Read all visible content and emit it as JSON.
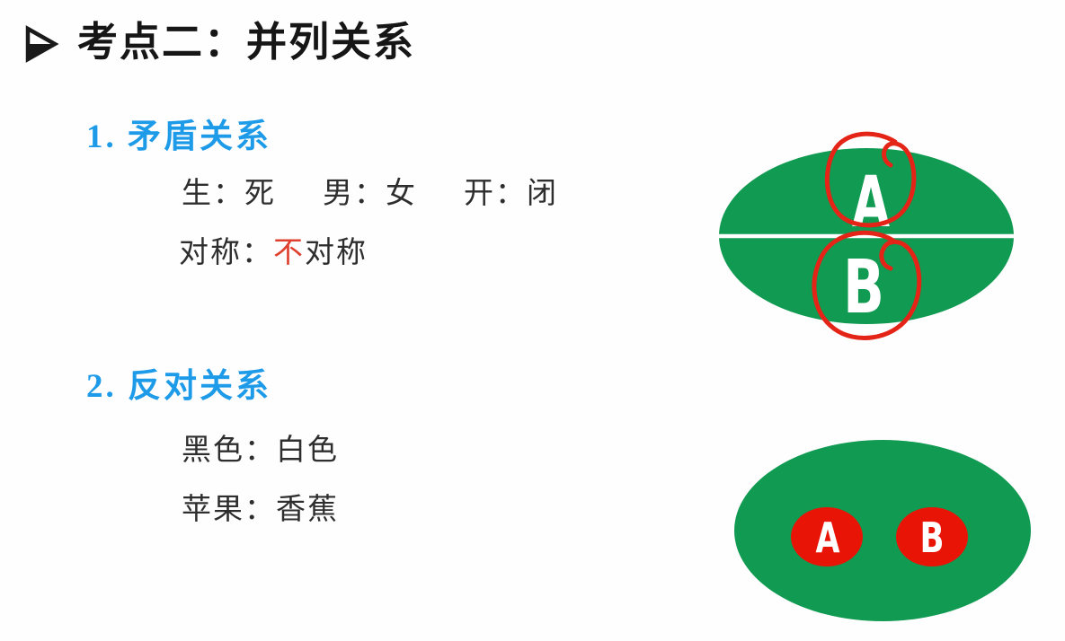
{
  "title": {
    "bullet_icon": "arrowhead-right",
    "text": "考点二：并列关系"
  },
  "sections": [
    {
      "heading": "1. 矛盾关系",
      "example_pairs": [
        "生：死",
        "男：女",
        "开：闭"
      ],
      "symmetry_row": {
        "prefix": "对称：",
        "highlight": "不",
        "suffix": "对称"
      }
    },
    {
      "heading": "2. 反对关系",
      "rows": [
        "黑色：白色",
        "苹果：香蕉"
      ]
    }
  ],
  "diagram_top": {
    "label_top": "A",
    "label_bottom": "B"
  },
  "diagram_bottom": {
    "label_left": "A",
    "label_right": "B"
  },
  "colors": {
    "heading_blue": "#1e9be8",
    "highlight_red": "#e0402e",
    "venn_green": "#119a52",
    "divider_white": "#ffffff",
    "annotation_red": "#e32417",
    "inner_circle_red": "#e81507",
    "body_text": "#2e2e2e",
    "title_text": "#161616"
  }
}
